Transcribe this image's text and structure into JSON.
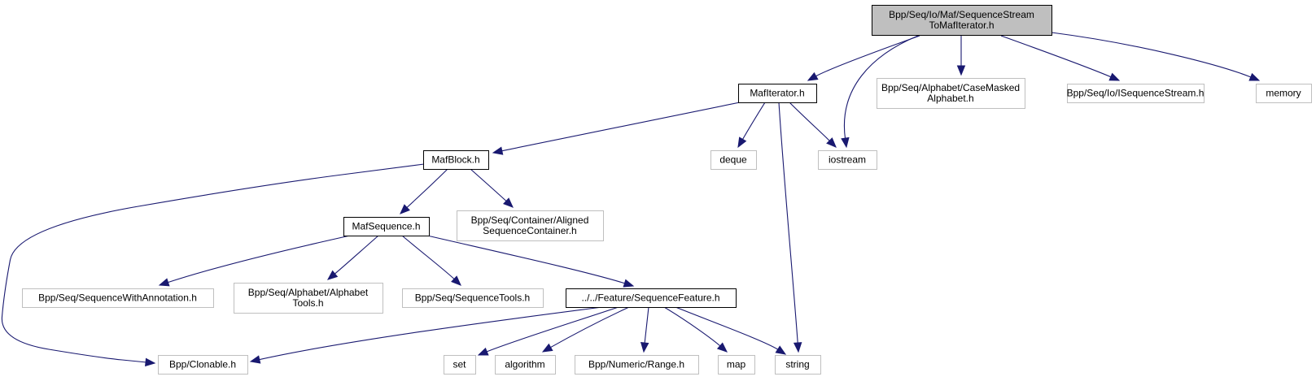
{
  "graph": {
    "title": "Include dependency graph for SequenceStreamToMafIterator.h",
    "colors": {
      "edge": "#191970",
      "root_fill": "#bfbfbf",
      "documented_border": "#000000",
      "external_border": "#bfbfbf"
    },
    "nodes": [
      {
        "id": "root",
        "kind": "root",
        "lines": [
          "Bpp/Seq/Io/Maf/SequenceStream",
          "ToMafIterator.h"
        ]
      },
      {
        "id": "mafiterator",
        "kind": "documented",
        "lines": [
          "MafIterator.h"
        ]
      },
      {
        "id": "casemasked",
        "kind": "external",
        "lines": [
          "Bpp/Seq/Alphabet/CaseMasked",
          "Alphabet.h"
        ]
      },
      {
        "id": "isequencestream",
        "kind": "external",
        "lines": [
          "Bpp/Seq/Io/ISequenceStream.h"
        ]
      },
      {
        "id": "memory",
        "kind": "external",
        "lines": [
          "memory"
        ]
      },
      {
        "id": "mafblock",
        "kind": "documented",
        "lines": [
          "MafBlock.h"
        ]
      },
      {
        "id": "deque",
        "kind": "external",
        "lines": [
          "deque"
        ]
      },
      {
        "id": "iostream",
        "kind": "external",
        "lines": [
          "iostream"
        ]
      },
      {
        "id": "mafsequence",
        "kind": "documented",
        "lines": [
          "MafSequence.h"
        ]
      },
      {
        "id": "alignedcontainer",
        "kind": "external",
        "lines": [
          "Bpp/Seq/Container/Aligned",
          "SequenceContainer.h"
        ]
      },
      {
        "id": "seqwithannot",
        "kind": "external",
        "lines": [
          "Bpp/Seq/SequenceWithAnnotation.h"
        ]
      },
      {
        "id": "alphabettools",
        "kind": "external",
        "lines": [
          "Bpp/Seq/Alphabet/Alphabet",
          "Tools.h"
        ]
      },
      {
        "id": "sequencetools",
        "kind": "external",
        "lines": [
          "Bpp/Seq/SequenceTools.h"
        ]
      },
      {
        "id": "seqfeature",
        "kind": "documented",
        "lines": [
          "../../Feature/SequenceFeature.h"
        ]
      },
      {
        "id": "clonable",
        "kind": "external",
        "lines": [
          "Bpp/Clonable.h"
        ]
      },
      {
        "id": "set",
        "kind": "external",
        "lines": [
          "set"
        ]
      },
      {
        "id": "algorithm",
        "kind": "external",
        "lines": [
          "algorithm"
        ]
      },
      {
        "id": "range",
        "kind": "external",
        "lines": [
          "Bpp/Numeric/Range.h"
        ]
      },
      {
        "id": "map",
        "kind": "external",
        "lines": [
          "map"
        ]
      },
      {
        "id": "string",
        "kind": "external",
        "lines": [
          "string"
        ]
      }
    ],
    "edges": [
      {
        "from": "root",
        "to": "mafiterator"
      },
      {
        "from": "root",
        "to": "iostream"
      },
      {
        "from": "root",
        "to": "casemasked"
      },
      {
        "from": "root",
        "to": "isequencestream"
      },
      {
        "from": "root",
        "to": "memory"
      },
      {
        "from": "mafiterator",
        "to": "mafblock"
      },
      {
        "from": "mafiterator",
        "to": "deque"
      },
      {
        "from": "mafiterator",
        "to": "iostream"
      },
      {
        "from": "mafiterator",
        "to": "string"
      },
      {
        "from": "mafblock",
        "to": "clonable"
      },
      {
        "from": "mafblock",
        "to": "mafsequence"
      },
      {
        "from": "mafblock",
        "to": "alignedcontainer"
      },
      {
        "from": "mafsequence",
        "to": "seqwithannot"
      },
      {
        "from": "mafsequence",
        "to": "alphabettools"
      },
      {
        "from": "mafsequence",
        "to": "sequencetools"
      },
      {
        "from": "mafsequence",
        "to": "seqfeature"
      },
      {
        "from": "seqfeature",
        "to": "clonable"
      },
      {
        "from": "seqfeature",
        "to": "set"
      },
      {
        "from": "seqfeature",
        "to": "algorithm"
      },
      {
        "from": "seqfeature",
        "to": "range"
      },
      {
        "from": "seqfeature",
        "to": "map"
      },
      {
        "from": "seqfeature",
        "to": "string"
      }
    ]
  }
}
